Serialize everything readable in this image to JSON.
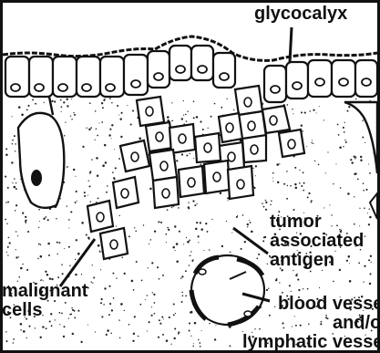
{
  "labels": {
    "glycocalyx": "glycocalyx",
    "tumor_antigen": [
      "tumor",
      "associated",
      "antigen"
    ],
    "malignant_cells": [
      "malignant",
      "cells"
    ],
    "vessel": [
      "blood vessel",
      "and/or",
      "lymphatic vessel"
    ]
  },
  "colors": {
    "ink": "#111111",
    "paper": "#ffffff"
  }
}
